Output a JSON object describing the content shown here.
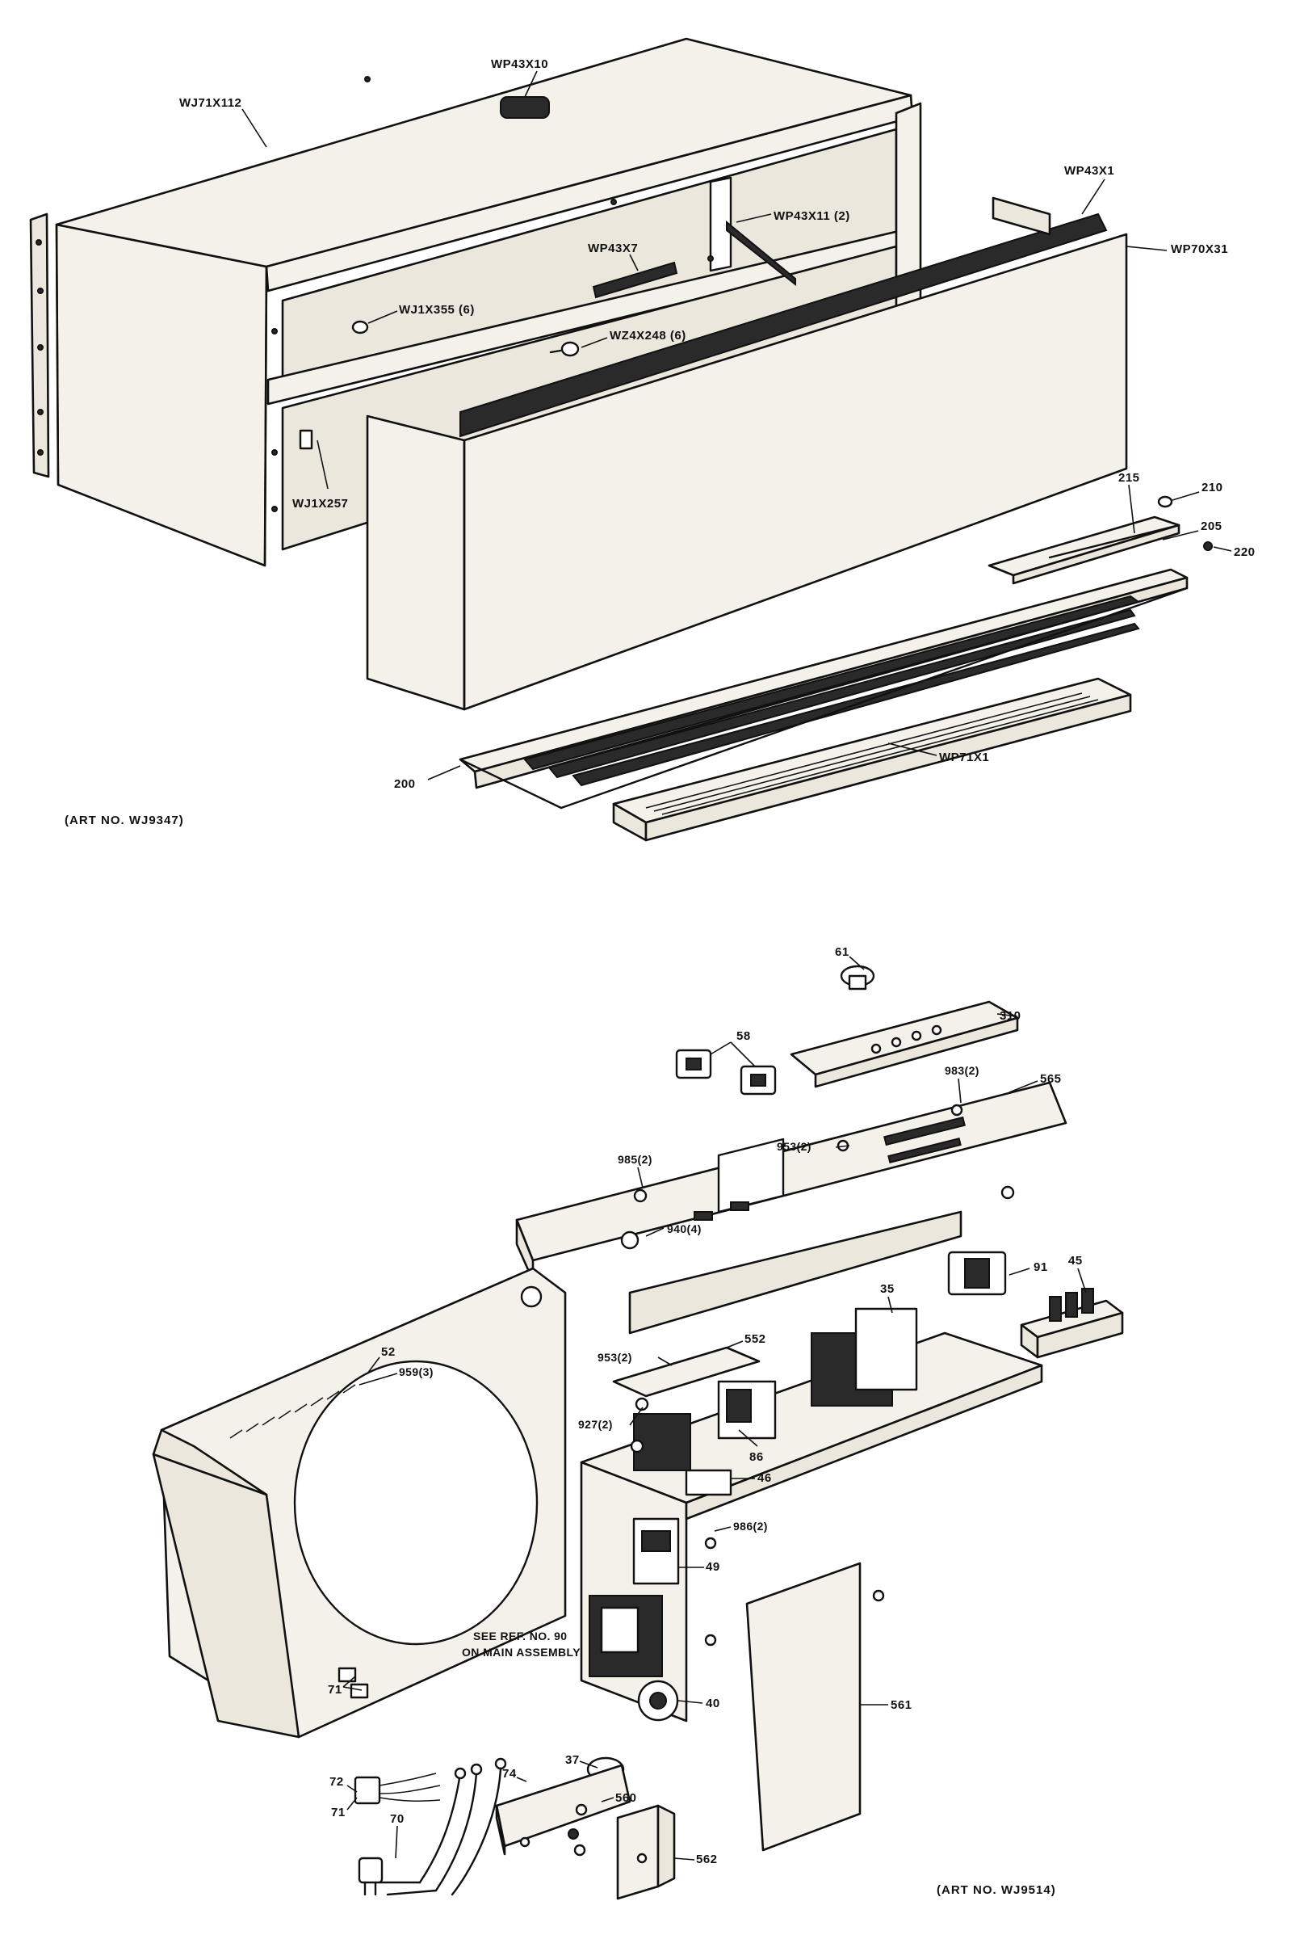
{
  "upper_assembly": {
    "art_no": "(ART NO. WJ9347)",
    "labels": {
      "wj71x112": "WJ71X112",
      "wp43x10": "WP43X10",
      "wp43x11": "WP43X11 (2)",
      "wp43x1": "WP43X1",
      "wp43x7": "WP43X7",
      "wp70x31": "WP70X31",
      "wj1x355": "WJ1X355 (6)",
      "wz4x248": "WZ4X248 (6)",
      "wj1x257": "WJ1X257",
      "p215": "215",
      "p210": "210",
      "p205": "205",
      "p220": "220",
      "p200": "200",
      "wp71x1": "WP71X1"
    }
  },
  "lower_assembly": {
    "art_no": "(ART NO. WJ9514)",
    "labels": {
      "p61": "61",
      "p310": "310",
      "p58": "58",
      "p983": "983(2)",
      "p565": "565",
      "p985": "985(2)",
      "p953a": "953(2)",
      "p940": "940(4)",
      "p91": "91",
      "p45": "45",
      "p35": "35",
      "p52": "52",
      "p959": "959(3)",
      "p953b": "953(2)",
      "p552": "552",
      "p927": "927(2)",
      "p86": "86",
      "p46": "46",
      "p986": "986(2)",
      "p49": "49",
      "see_ref_1": "SEE REF. NO. 90",
      "see_ref_2": "ON MAIN ASSEMBLY",
      "p40": "40",
      "p561": "561",
      "p71a": "71",
      "p72": "72",
      "p71b": "71",
      "p37": "37",
      "p74": "74",
      "p560": "560",
      "p70": "70",
      "p562": "562"
    }
  }
}
